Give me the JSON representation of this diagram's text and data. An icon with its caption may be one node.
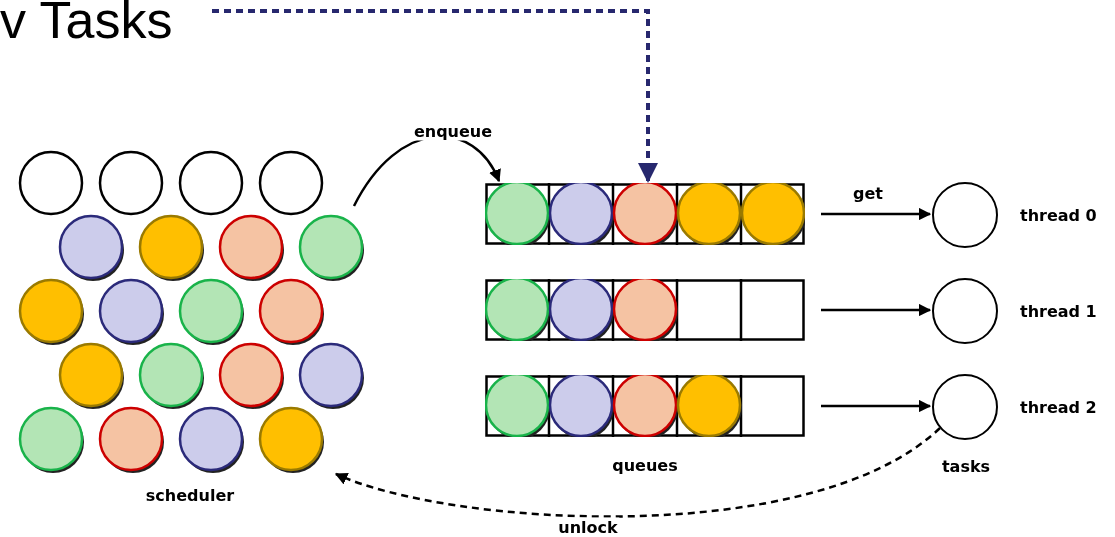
{
  "diagram": {
    "nodes": [
      {
        "text": [
          "v Tasks"
        ]
      },
      {
        "text": [],
        "shape": "picture"
      },
      {
        "text": [],
        "shape": "bar"
      },
      {
        "text": [],
        "shape": "bar"
      },
      {
        "text": [],
        "shape": "bar"
      },
      {
        "text": [],
        "shape": "circle",
        "beside": [
          "thread 0"
        ]
      },
      {
        "text": [],
        "shape": "circle",
        "beside": [
          "thread 1"
        ]
      },
      {
        "text": [],
        "shape": "circle",
        "beside": [
          "thread 2"
        ]
      }
    ],
    "edges": [
      {
        "from": 0,
        "to": 2,
        "arrow": "to",
        "style": "dashed",
        "color": "#27286e"
      },
      {
        "from": 1,
        "to": 2,
        "arrow": "to",
        "label": "enqueue"
      },
      {
        "from": 2,
        "to": 5,
        "arrow": "to",
        "label": "get"
      },
      {
        "from": 3,
        "to": 6,
        "arrow": "to"
      },
      {
        "from": 4,
        "to": 7,
        "arrow": "to"
      },
      {
        "from": 7,
        "to": 1,
        "arrow": "to",
        "label": "unlock",
        "style": "dashed"
      }
    ],
    "labels": [
      "queues",
      "tasks",
      "scheduler"
    ]
  }
}
